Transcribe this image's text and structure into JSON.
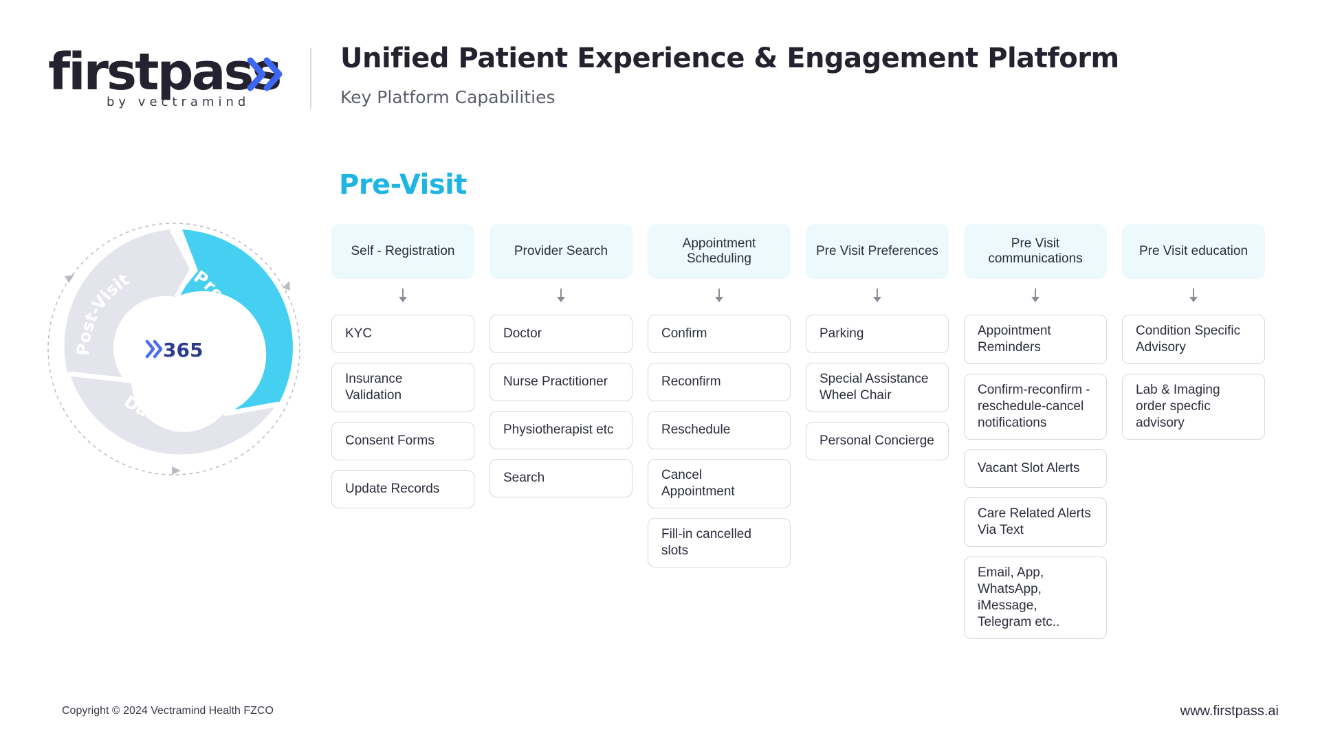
{
  "logo": {
    "wordmark": "firstpass",
    "byline": "by vectramind"
  },
  "header": {
    "title": "Unified Patient Experience & Engagement Platform",
    "subtitle": "Key Platform Capabilities"
  },
  "section_title": "Pre-Visit",
  "cycle": {
    "center_label": "365",
    "segments": [
      "Pre-Visit",
      "During Visit",
      "Post-Visit"
    ],
    "active_segment": "Pre-Visit"
  },
  "colors": {
    "accent": "#1fb5e2",
    "active_segment": "#45d0f2",
    "inactive_segment": "#e4e5ec",
    "center_chevron": "#4a6cf0",
    "logo_chevron": "#3d67f2",
    "header_bg": "#edfafd"
  },
  "columns": [
    {
      "title": "Self - Registration",
      "items": [
        "KYC",
        "Insurance Validation",
        "Consent Forms",
        "Update Records"
      ]
    },
    {
      "title": "Provider Search",
      "items": [
        "Doctor",
        "Nurse Practitioner",
        "Physiotherapist etc",
        "Search"
      ]
    },
    {
      "title": "Appointment Scheduling",
      "items": [
        "Confirm",
        "Reconfirm",
        "Reschedule",
        "Cancel Appointment",
        "Fill-in cancelled slots"
      ]
    },
    {
      "title": "Pre Visit Preferences",
      "items": [
        "Parking",
        "Special Assistance Wheel Chair",
        "Personal Concierge"
      ]
    },
    {
      "title": "Pre Visit communications",
      "items": [
        "Appointment Reminders",
        "Confirm-reconfirm -reschedule-cancel notifications",
        "Vacant Slot Alerts",
        "Care Related Alerts Via Text",
        "Email, App, WhatsApp, iMessage, Telegram etc.."
      ]
    },
    {
      "title": "Pre Visit education",
      "items": [
        "Condition Specific Advisory",
        "Lab & Imaging order specfic advisory"
      ]
    }
  ],
  "footer": {
    "copyright": "Copyright © 2024 Vectramind Health FZCO",
    "website": "www.firstpass.ai"
  }
}
